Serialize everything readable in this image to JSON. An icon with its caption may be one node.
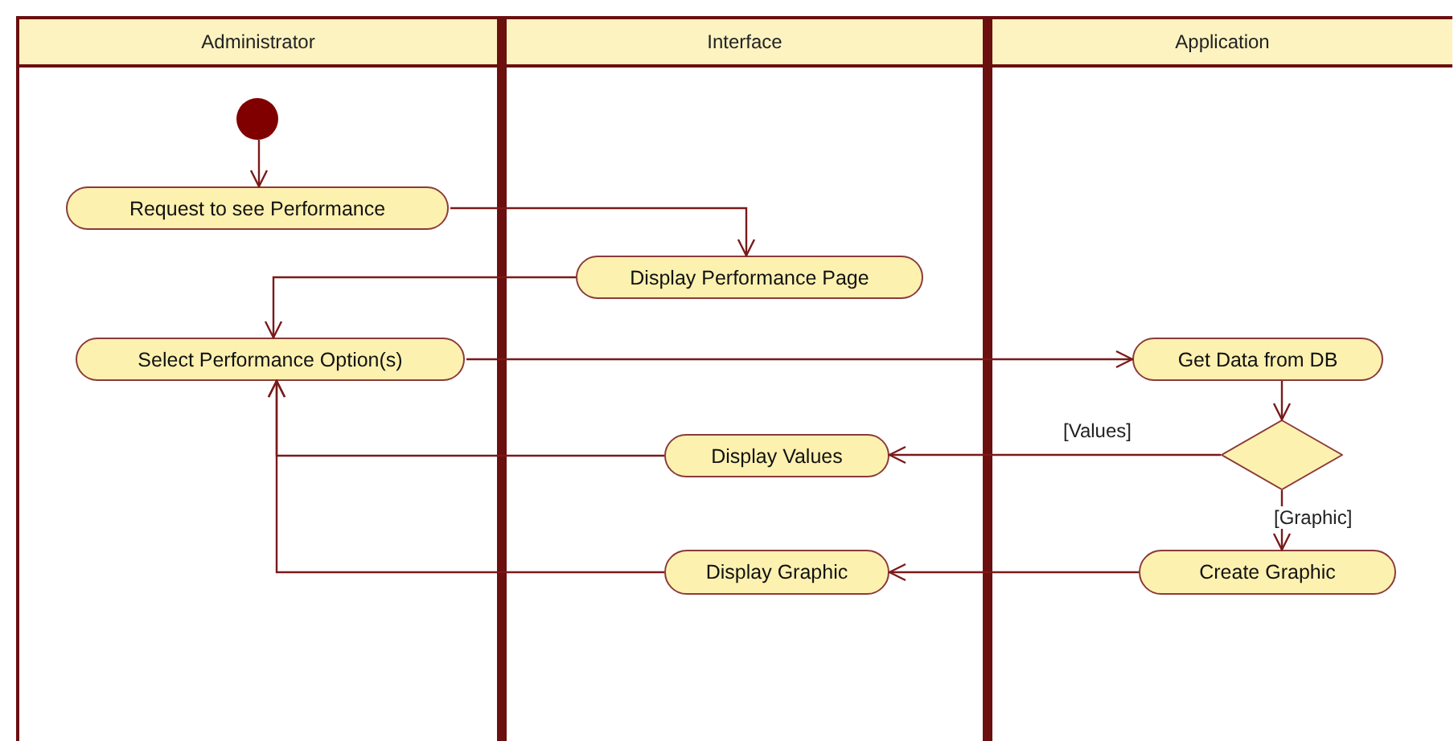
{
  "diagram": {
    "nodes": [
      {
        "text": [
          "Administrator"
        ]
      },
      {
        "text": [
          "Interface"
        ]
      },
      {
        "text": [
          "Application"
        ]
      },
      {
        "text": [],
        "shape": "circle",
        "in": 0
      },
      {
        "text": [
          "Request to see Performance"
        ],
        "in": 0
      },
      {
        "text": [
          "Display Performance Page"
        ],
        "in": 1
      },
      {
        "text": [
          "Select Performance Option(s)"
        ],
        "in": 0
      },
      {
        "text": [
          "Get Data from DB"
        ],
        "in": 2
      },
      {
        "text": [],
        "shape": "diamond",
        "in": 2
      },
      {
        "text": [
          "Display Values"
        ],
        "in": 1
      },
      {
        "text": [
          "Create Graphic"
        ],
        "in": 2
      },
      {
        "text": [
          "Display Graphic"
        ],
        "in": 1
      }
    ],
    "edges": [
      {
        "from": 3,
        "to": 4,
        "arrow": "to"
      },
      {
        "from": 4,
        "to": 5,
        "arrow": "to"
      },
      {
        "from": 5,
        "to": 6,
        "arrow": "to"
      },
      {
        "from": 6,
        "to": 7,
        "arrow": "to"
      },
      {
        "from": 7,
        "to": 8,
        "arrow": "to"
      },
      {
        "from": 8,
        "to": 9,
        "arrow": "to",
        "label": "[Values]"
      },
      {
        "from": 8,
        "to": 10,
        "arrow": "to",
        "label": "[Graphic]"
      },
      {
        "from": 10,
        "to": 11,
        "arrow": "to"
      },
      {
        "from": 9,
        "to": 6,
        "arrow": "to"
      },
      {
        "from": 11,
        "to": 6,
        "arrow": "to"
      }
    ]
  }
}
